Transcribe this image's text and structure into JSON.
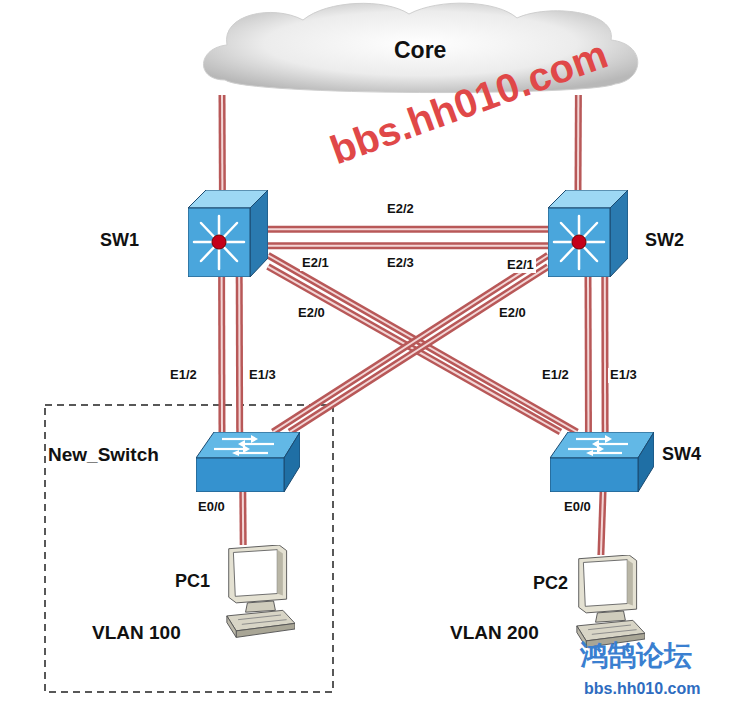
{
  "diagram": {
    "nodes": [
      {
        "text": [
          "Core"
        ]
      },
      {
        "text": [
          "SW1"
        ]
      },
      {
        "text": [
          "SW2"
        ]
      },
      {
        "text": [
          "New_Switch"
        ]
      },
      {
        "text": [
          "SW4"
        ]
      },
      {
        "text": [
          "PC1",
          "VLAN 100"
        ]
      },
      {
        "text": [
          "PC2",
          "VLAN 200"
        ]
      }
    ],
    "edges": [
      {
        "from": 0,
        "to": 1,
        "arrow": "none"
      },
      {
        "from": 0,
        "to": 2,
        "arrow": "none"
      },
      {
        "from": 1,
        "to": 2,
        "arrow": "none"
      },
      {
        "from": 1,
        "to": 2,
        "arrow": "none"
      },
      {
        "from": 1,
        "to": 3,
        "arrow": "none"
      },
      {
        "from": 1,
        "to": 3,
        "arrow": "none"
      },
      {
        "from": 1,
        "to": 4,
        "arrow": "none"
      },
      {
        "from": 1,
        "to": 4,
        "arrow": "none"
      },
      {
        "from": 2,
        "to": 3,
        "arrow": "none"
      },
      {
        "from": 2,
        "to": 3,
        "arrow": "none"
      },
      {
        "from": 2,
        "to": 4,
        "arrow": "none"
      },
      {
        "from": 2,
        "to": 4,
        "arrow": "none"
      },
      {
        "from": 3,
        "to": 5,
        "arrow": "none"
      },
      {
        "from": 4,
        "to": 6,
        "arrow": "none"
      }
    ],
    "labels": [
      "E2/2",
      "E2/1",
      "E2/3",
      "E2/1",
      "E2/0",
      "E2/0",
      "E1/2",
      "E1/3",
      "E1/2",
      "E1/3",
      "E0/0",
      "E0/0",
      "bbs.hh010.com",
      "鸿鹄论坛",
      "bbs.hh010.com"
    ]
  }
}
